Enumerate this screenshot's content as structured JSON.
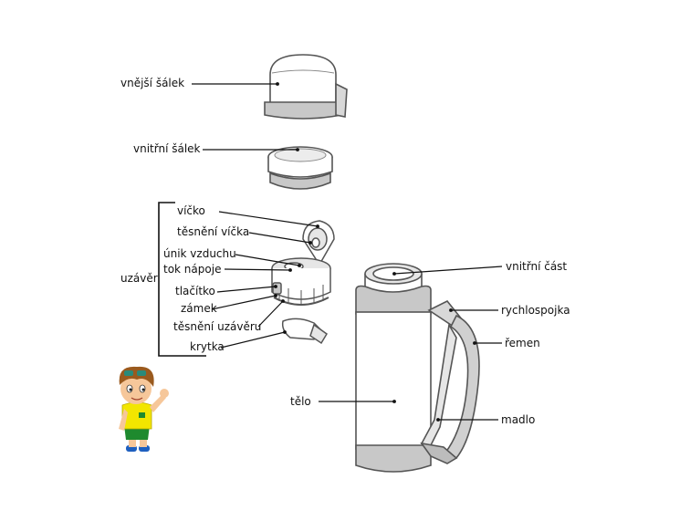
{
  "diagram": {
    "labels": {
      "outer_cup": "vnější šálek",
      "inner_cup": "vnitřní šálek",
      "cap_group": "uzávěr",
      "lid": "víčko",
      "lid_seal": "těsnění víčka",
      "air_vent": "únik vzduchu",
      "drink_flow": "tok nápoje",
      "button": "tlačítko",
      "lock": "zámek",
      "cap_seal": "těsnění uzávěru",
      "cover": "krytka",
      "inner_part": "vnitřní část",
      "quick_coupling": "rychlospojka",
      "strap": "řemen",
      "body": "tělo",
      "handle": "madlo"
    },
    "colors": {
      "outline": "#555555",
      "band": "#c8c8c8",
      "fill": "#ffffff",
      "light": "#e6e6e6",
      "mascot_skin": "#f6c79a",
      "mascot_hair": "#9a5a1e",
      "mascot_shirt": "#f2e600",
      "mascot_shorts": "#1e8a2e"
    },
    "icons": [
      "mascot-boy-icon"
    ]
  }
}
